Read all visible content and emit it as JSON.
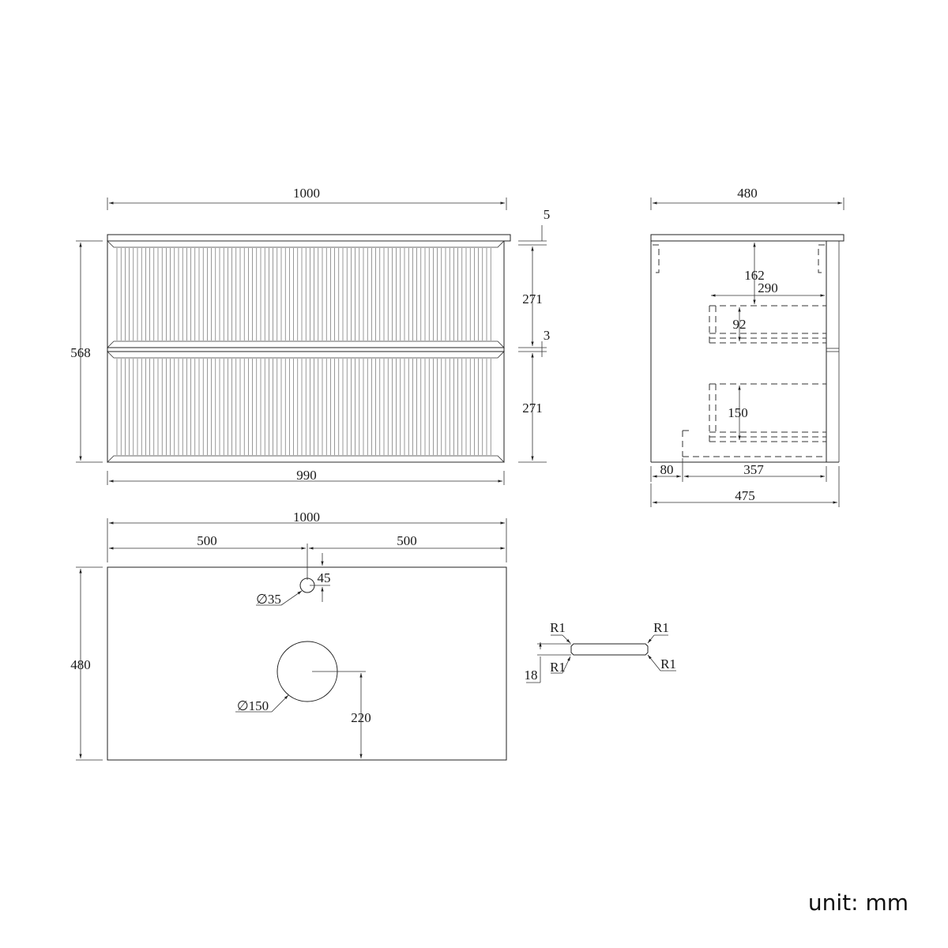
{
  "unit_label": "unit: mm",
  "front_view": {
    "width_top": "1000",
    "width_bottom": "990",
    "height_total": "568",
    "top_thickness": "5",
    "drawer_upper": "271",
    "gap": "3",
    "drawer_lower": "271"
  },
  "side_view": {
    "depth_top": "480",
    "top_to_drawer": "162",
    "drawer_depth": "290",
    "upper_drawer_height": "92",
    "lower_drawer_height": "150",
    "toe_recess": "80",
    "bottom_inner": "357",
    "depth_bottom": "475"
  },
  "top_view": {
    "width": "1000",
    "half_left": "500",
    "half_right": "500",
    "depth": "480",
    "tap_offset": "45",
    "tap_hole": "∅35",
    "basin_hole": "∅150",
    "basin_offset": "220"
  },
  "profile": {
    "thickness": "18",
    "r_top_left": "R1",
    "r_bottom_left": "R1",
    "r_top_right": "R1",
    "r_bottom_right": "R1"
  }
}
